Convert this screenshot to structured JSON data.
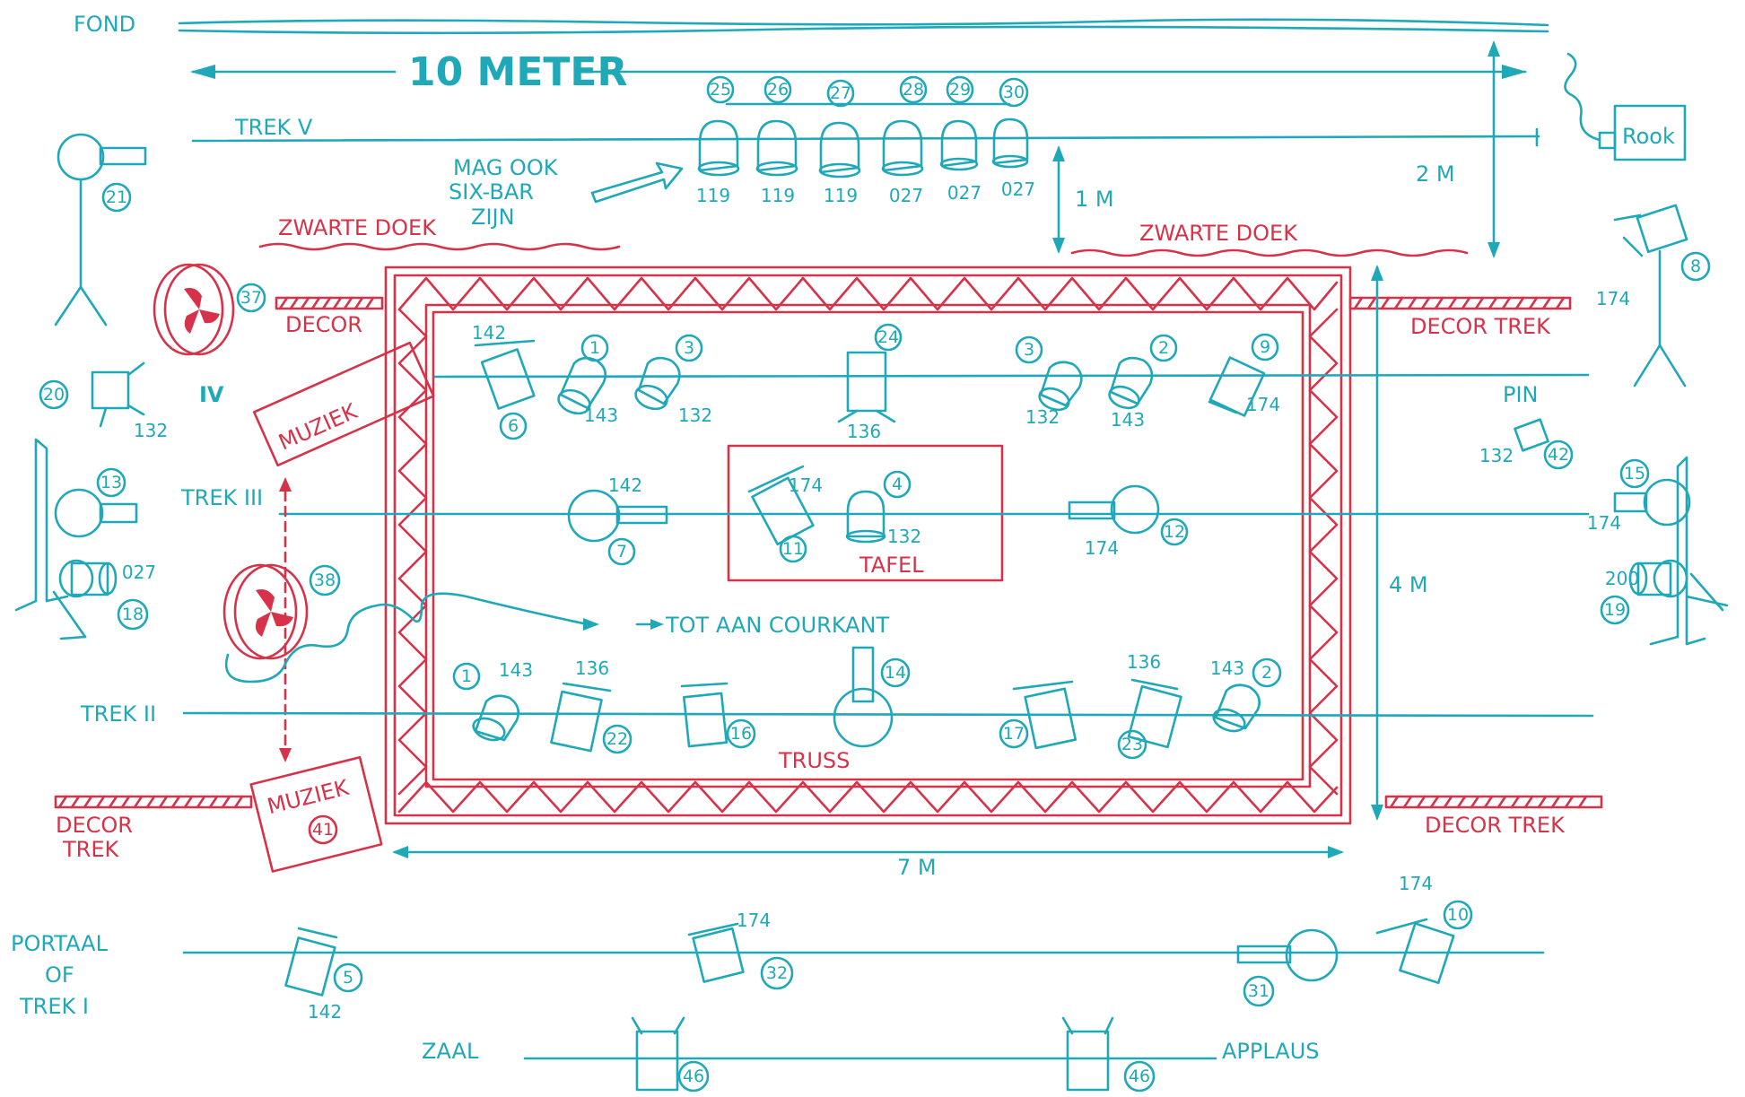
{
  "labels": {
    "fond": "FOND",
    "width": "10 METER",
    "trek5": "TREK V",
    "trek4": "IV",
    "trek3": "TREK III",
    "trek2": "TREK II",
    "portaal": [
      "PORTAAL",
      "OF",
      "TREK I"
    ],
    "zaal": "ZAAL",
    "applaus": "APPLAUS",
    "mag_ook": [
      "MAG OOK",
      "SIX-BAR",
      "ZIJN"
    ],
    "zwarte_doek": "ZWARTE DOEK",
    "decor": "DECOR",
    "decor_trek": "DECOR TREK",
    "decor_trek_split": [
      "DECOR",
      "TREK"
    ],
    "muziek": "MUZIEK",
    "tafel": "TAFEL",
    "truss": "TRUSS",
    "tot_aan": "TOT AAN COURKANT",
    "rook": "Rook",
    "pin": "PIN",
    "dim_1m": "1 M",
    "dim_2m": "2 M",
    "dim_4m": "4 M",
    "dim_7m": "7 M"
  },
  "fixtures": {
    "f1a": {
      "num": "1",
      "gel": "143"
    },
    "f1b": {
      "num": "1",
      "gel": "143"
    },
    "f2a": {
      "num": "2",
      "gel": "143"
    },
    "f2b": {
      "num": "2",
      "gel": "143"
    },
    "f3a": {
      "num": "3",
      "gel": "132"
    },
    "f3b": {
      "num": "3",
      "gel": "132"
    },
    "f4": {
      "num": "4",
      "gel": "132"
    },
    "f5": {
      "num": "5",
      "gel": "142"
    },
    "f6": {
      "num": "6",
      "gel": "142"
    },
    "f7": {
      "num": "7",
      "gel": "142"
    },
    "f8": {
      "num": "8",
      "gel": "174"
    },
    "f9": {
      "num": "9",
      "gel": "174"
    },
    "f10": {
      "num": "10",
      "gel": "174"
    },
    "f11": {
      "num": "11",
      "gel": "174"
    },
    "f12": {
      "num": "12",
      "gel": "174"
    },
    "f13": {
      "num": "13"
    },
    "f14": {
      "num": "14"
    },
    "f15": {
      "num": "15",
      "gel": "174"
    },
    "f16": {
      "num": "16"
    },
    "f17": {
      "num": "17"
    },
    "f18": {
      "num": "18",
      "gel": "027"
    },
    "f19": {
      "num": "19",
      "gel": "200"
    },
    "f20": {
      "num": "20",
      "gel": "132"
    },
    "f21": {
      "num": "21"
    },
    "f22": {
      "num": "22",
      "gel": "136"
    },
    "f23": {
      "num": "23",
      "gel": "136"
    },
    "f24": {
      "num": "24",
      "gel": "136"
    },
    "f25": {
      "num": "25",
      "gel": "119"
    },
    "f26": {
      "num": "26",
      "gel": "119"
    },
    "f27": {
      "num": "27",
      "gel": "119"
    },
    "f28": {
      "num": "28",
      "gel": "027"
    },
    "f29": {
      "num": "29",
      "gel": "027"
    },
    "f30": {
      "num": "30",
      "gel": "027"
    },
    "f31": {
      "num": "31"
    },
    "f32": {
      "num": "32",
      "gel": "174"
    },
    "f37": {
      "num": "37"
    },
    "f38": {
      "num": "38"
    },
    "f41": {
      "num": "41"
    },
    "f42": {
      "num": "42",
      "gel": "132"
    },
    "f46a": {
      "num": "46"
    },
    "f46b": {
      "num": "46"
    }
  },
  "colors": {
    "ink_blue": "#1fa9b8",
    "ink_red": "#d6334a"
  }
}
